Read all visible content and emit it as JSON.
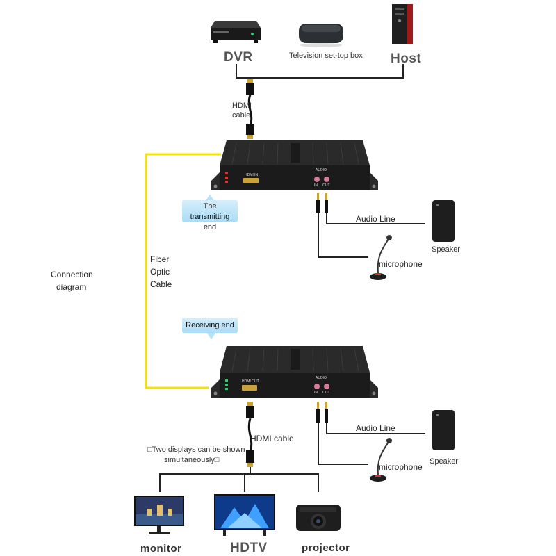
{
  "sources": {
    "dvr": "DVR",
    "settop": "Television set-top box",
    "host": "Host"
  },
  "hdmi_top": {
    "line1": "HDMI",
    "line2": "cable"
  },
  "fiber": {
    "line1": "Fiber",
    "line2": "Optic",
    "line3": "Cable"
  },
  "connection_diagram": {
    "line1": "Connection",
    "line2": "diagram"
  },
  "transmitter": {
    "callout_line1": "The transmitting",
    "callout_line2": "end",
    "port_hdmi": "HDMI IN",
    "port_audio": "AUDIO",
    "port_in": "IN",
    "port_out": "OUT",
    "audio_line": "Audio Line",
    "speaker": "Speaker",
    "microphone": "microphone"
  },
  "receiver": {
    "callout": "Receiving end",
    "port_hdmi": "HDMI OUT",
    "port_audio": "AUDIO",
    "port_in": "IN",
    "port_out": "OUT",
    "audio_line": "Audio Line",
    "speaker": "Speaker",
    "microphone": "microphone"
  },
  "hdmi_bottom": "HDMI cable",
  "two_displays": {
    "line1": "□Two displays can be shown",
    "line2": "simultaneously□"
  },
  "outputs": {
    "monitor": "monitor",
    "hdtv": "HDTV",
    "projector": "projector"
  },
  "colors": {
    "fiber": "#f3e400",
    "device_body": "#1b1b1b",
    "callout": "#a9dbf6",
    "wire": "#222222"
  }
}
